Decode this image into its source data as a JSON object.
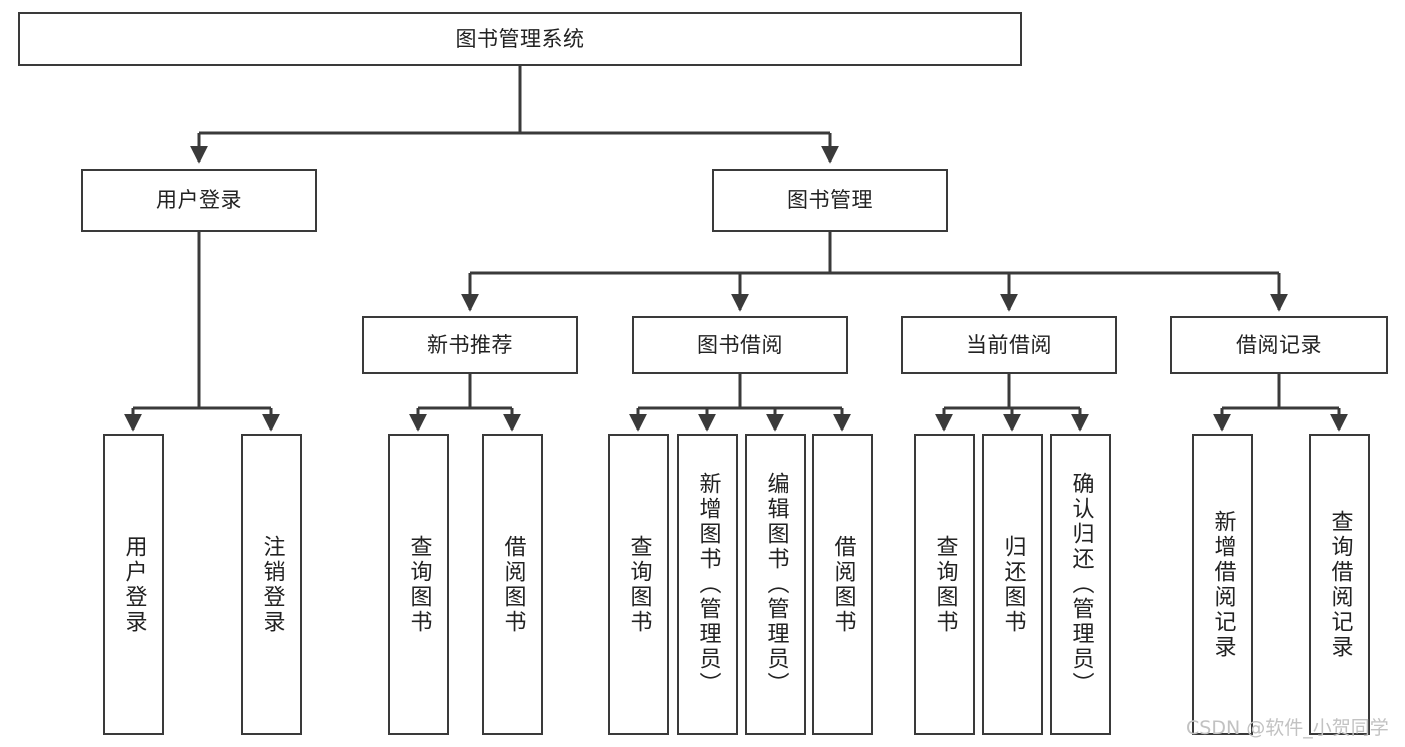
{
  "diagram": {
    "type": "hierarchy-tree",
    "title": "图书管理系统",
    "watermark": "CSDN @软件_小贺同学",
    "colors": {
      "background": "#ffffff",
      "box_border": "#3a3a3a",
      "box_fill": "#ffffff",
      "text": "#222222",
      "connector": "#3a3a3a",
      "watermark": "#c2c2c2"
    },
    "nodes": {
      "root": {
        "label": "图书管理系统"
      },
      "level2": [
        {
          "id": "user-login",
          "label": "用户登录"
        },
        {
          "id": "book-management",
          "label": "图书管理"
        }
      ],
      "level3": [
        {
          "id": "new-book-recommend",
          "label": "新书推荐"
        },
        {
          "id": "book-borrow",
          "label": "图书借阅"
        },
        {
          "id": "current-borrow",
          "label": "当前借阅"
        },
        {
          "id": "borrow-record",
          "label": "借阅记录"
        }
      ],
      "leaves": {
        "user_login": [
          {
            "id": "leaf-user-login",
            "label": "用户登录"
          },
          {
            "id": "leaf-logout",
            "label": "注销登录"
          }
        ],
        "new_book_recommend": [
          {
            "id": "leaf-query-book-1",
            "label": "查询图书"
          },
          {
            "id": "leaf-borrow-book-1",
            "label": "借阅图书"
          }
        ],
        "book_borrow": [
          {
            "id": "leaf-query-book-2",
            "label": "查询图书"
          },
          {
            "id": "leaf-add-book",
            "label": "新增图书（管理员）"
          },
          {
            "id": "leaf-edit-book",
            "label": "编辑图书（管理员）"
          },
          {
            "id": "leaf-borrow-book-2",
            "label": "借阅图书"
          }
        ],
        "current_borrow": [
          {
            "id": "leaf-query-book-3",
            "label": "查询图书"
          },
          {
            "id": "leaf-return-book",
            "label": "归还图书"
          },
          {
            "id": "leaf-confirm-return",
            "label": "确认归还（管理员）"
          }
        ],
        "borrow_record": [
          {
            "id": "leaf-add-record",
            "label": "新增借阅记录"
          },
          {
            "id": "leaf-query-record",
            "label": "查询借阅记录"
          }
        ]
      }
    }
  }
}
